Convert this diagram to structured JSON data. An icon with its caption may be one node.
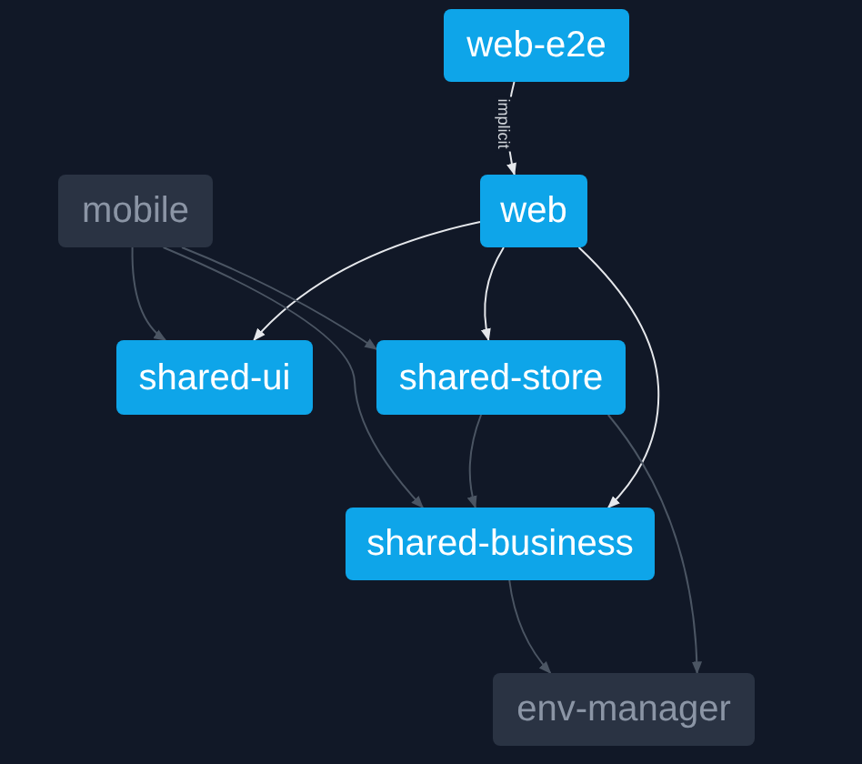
{
  "diagram": {
    "nodes": [
      {
        "text": [
          "web-e2e"
        ]
      },
      {
        "text": [
          "mobile"
        ]
      },
      {
        "text": [
          "web"
        ]
      },
      {
        "text": [
          "shared-ui"
        ]
      },
      {
        "text": [
          "shared-store"
        ]
      },
      {
        "text": [
          "shared-business"
        ]
      },
      {
        "text": [
          "env-manager"
        ]
      }
    ],
    "edges": [
      {
        "from": 0,
        "to": 2,
        "arrow": "to",
        "label": "implicit",
        "color": "#e5e7eb"
      },
      {
        "from": 2,
        "to": 3,
        "arrow": "to",
        "color": "#e5e7eb"
      },
      {
        "from": 2,
        "to": 4,
        "arrow": "to",
        "color": "#e5e7eb"
      },
      {
        "from": 2,
        "to": 5,
        "arrow": "to",
        "color": "#e5e7eb"
      },
      {
        "from": 1,
        "to": 3,
        "arrow": "to"
      },
      {
        "from": 1,
        "to": 5,
        "arrow": "to"
      },
      {
        "from": 1,
        "to": 4,
        "arrow": "to"
      },
      {
        "from": 4,
        "to": 5,
        "arrow": "to"
      },
      {
        "from": 4,
        "to": 6,
        "arrow": "to"
      },
      {
        "from": 5,
        "to": 6,
        "arrow": "to"
      }
    ]
  }
}
